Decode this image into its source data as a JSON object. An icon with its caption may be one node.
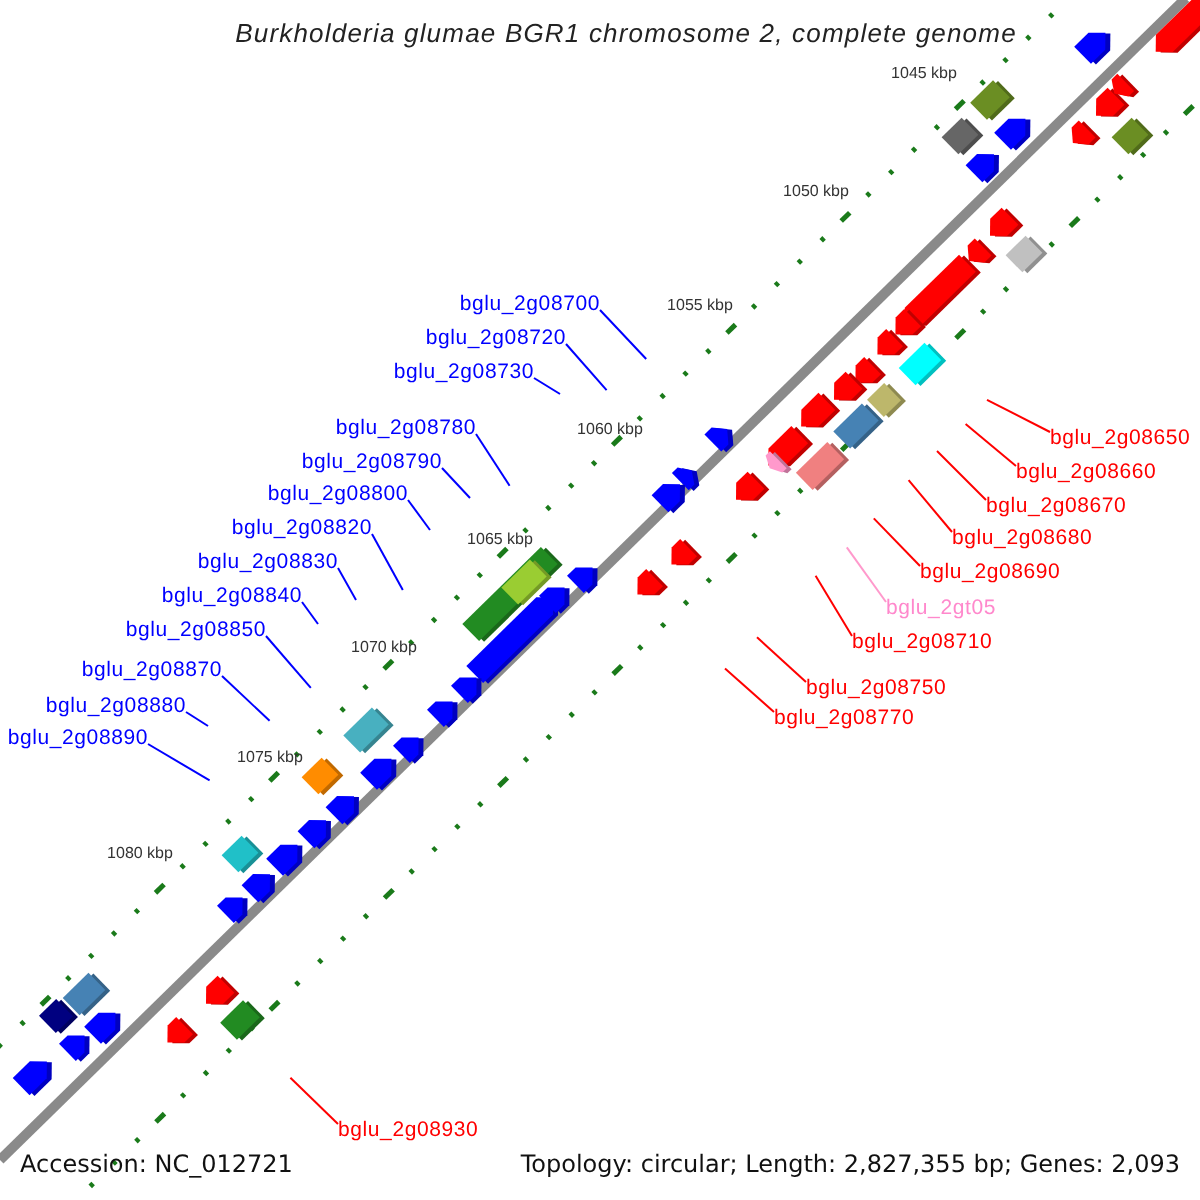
{
  "diagram": {
    "title": "Burkholderia glumae BGR1 chromosome 2, complete genome",
    "nodes": [
      {
        "text": [
          "bglu_2g08700"
        ]
      },
      {
        "text": [
          "bglu_2g08720"
        ]
      },
      {
        "text": [
          "bglu_2g08730"
        ]
      },
      {
        "text": [
          "bglu_2g08780"
        ]
      },
      {
        "text": [
          "bglu_2g08650"
        ]
      },
      {
        "text": [
          "bglu_2g08790"
        ]
      },
      {
        "text": [
          "bglu_2g08660"
        ]
      },
      {
        "text": [
          "bglu_2g08800"
        ]
      },
      {
        "text": [
          "bglu_2g08670"
        ]
      },
      {
        "text": [
          "bglu_2g08820"
        ]
      },
      {
        "text": [
          "bglu_2g08680"
        ]
      },
      {
        "text": [
          "bglu_2g08830"
        ]
      },
      {
        "text": [
          "bglu_2g08690"
        ]
      },
      {
        "text": [
          "bglu_2g08840"
        ]
      },
      {
        "text": [
          "bglu_2gt05"
        ]
      },
      {
        "text": [
          "bglu_2g08850"
        ]
      },
      {
        "text": [
          "bglu_2g08710"
        ]
      },
      {
        "text": [
          "bglu_2g08870"
        ]
      },
      {
        "text": [
          "bglu_2g08750"
        ]
      },
      {
        "text": [
          "bglu_2g08880"
        ]
      },
      {
        "text": [
          "bglu_2g08770"
        ]
      },
      {
        "text": [
          "bglu_2g08890"
        ]
      },
      {
        "text": [
          "bglu_2g08930"
        ]
      }
    ],
    "edges": [
      {
        "from": 0,
        "to": null,
        "arrow": "none"
      },
      {
        "from": 1,
        "to": null,
        "arrow": "none"
      },
      {
        "from": 2,
        "to": null,
        "arrow": "none"
      },
      {
        "from": 3,
        "to": null,
        "arrow": "none"
      },
      {
        "from": 4,
        "to": null,
        "arrow": "none",
        "color": "#ff0000"
      },
      {
        "from": 5,
        "to": null,
        "arrow": "none"
      },
      {
        "from": 6,
        "to": null,
        "arrow": "none",
        "color": "#ff0000"
      },
      {
        "from": 7,
        "to": null,
        "arrow": "none"
      },
      {
        "from": 8,
        "to": null,
        "arrow": "none",
        "color": "#ff0000"
      },
      {
        "from": 9,
        "to": null,
        "arrow": "none"
      },
      {
        "from": 10,
        "to": null,
        "arrow": "none",
        "color": "#ff0000"
      },
      {
        "from": 11,
        "to": null,
        "arrow": "none"
      },
      {
        "from": 12,
        "to": null,
        "arrow": "none",
        "color": "#ff0000"
      },
      {
        "from": 13,
        "to": null,
        "arrow": "none"
      },
      {
        "from": 14,
        "to": null,
        "arrow": "none",
        "color": "#ff99cc"
      },
      {
        "from": 15,
        "to": null,
        "arrow": "none"
      },
      {
        "from": 16,
        "to": null,
        "arrow": "none",
        "color": "#ff0000"
      },
      {
        "from": 17,
        "to": null,
        "arrow": "none"
      },
      {
        "from": 18,
        "to": null,
        "arrow": "none",
        "color": "#ff0000"
      },
      {
        "from": 19,
        "to": null,
        "arrow": "none"
      },
      {
        "from": 20,
        "to": null,
        "arrow": "none",
        "color": "#ff0000"
      },
      {
        "from": 21,
        "to": null,
        "arrow": "none"
      },
      {
        "from": 22,
        "to": null,
        "arrow": "none",
        "color": "#ff0000"
      }
    ],
    "labels": [
      "1045 kbp",
      "1050 kbp",
      "1055 kbp",
      "1060 kbp",
      "1065 kbp",
      "1070 kbp",
      "1075 kbp",
      "1080 kbp",
      "Accession: NC_012721",
      "Topology: circular; Length: 2,827,355 bp; Genes: 2,093"
    ]
  }
}
